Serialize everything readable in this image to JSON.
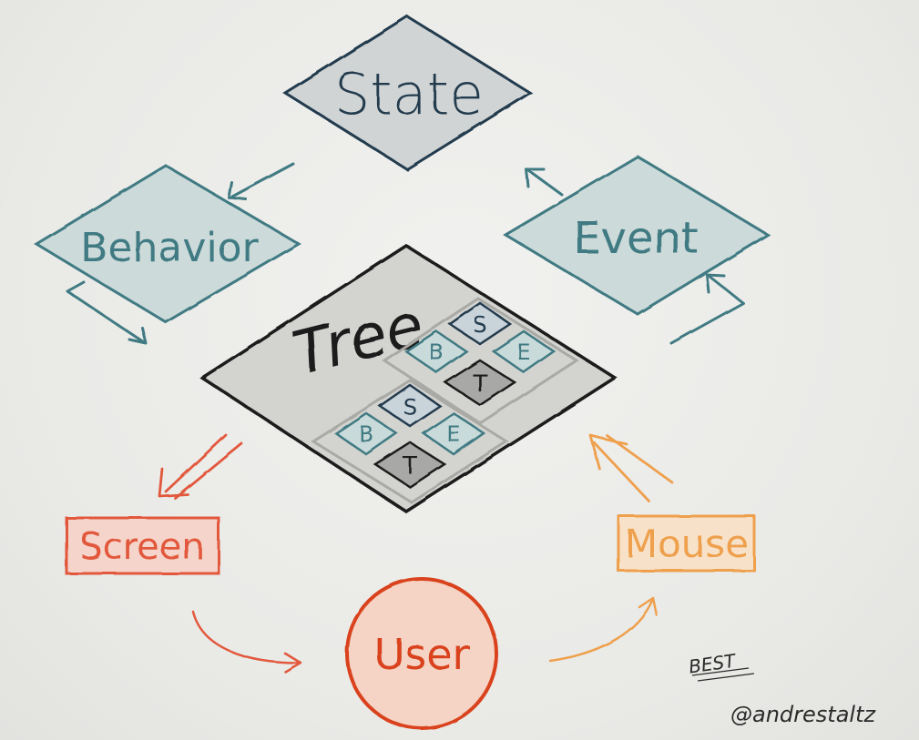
{
  "nodes": {
    "state": "State",
    "behavior": "Behavior",
    "event": "Event",
    "tree": "Tree",
    "screen": "Screen",
    "mouse": "Mouse",
    "user": "User"
  },
  "mini_tree": {
    "top_group": {
      "s": "S",
      "b": "B",
      "e": "E",
      "t": "T"
    },
    "bottom_group": {
      "s": "S",
      "b": "B",
      "e": "E",
      "t": "T"
    }
  },
  "signature": {
    "mark": "BEST",
    "handle": "@andrestaltz"
  },
  "colors": {
    "teal": "#3f7a82",
    "teal_fill": "#cfdcdc",
    "navy": "#233a4e",
    "gray_fill": "#d3d3d0",
    "dark": "#1c1c1c",
    "red": "#e2593d",
    "red_fill": "#f5d5cb",
    "orange": "#eea04e",
    "orange_fill": "#f7e2c9",
    "user_ring": "#d9421c"
  }
}
